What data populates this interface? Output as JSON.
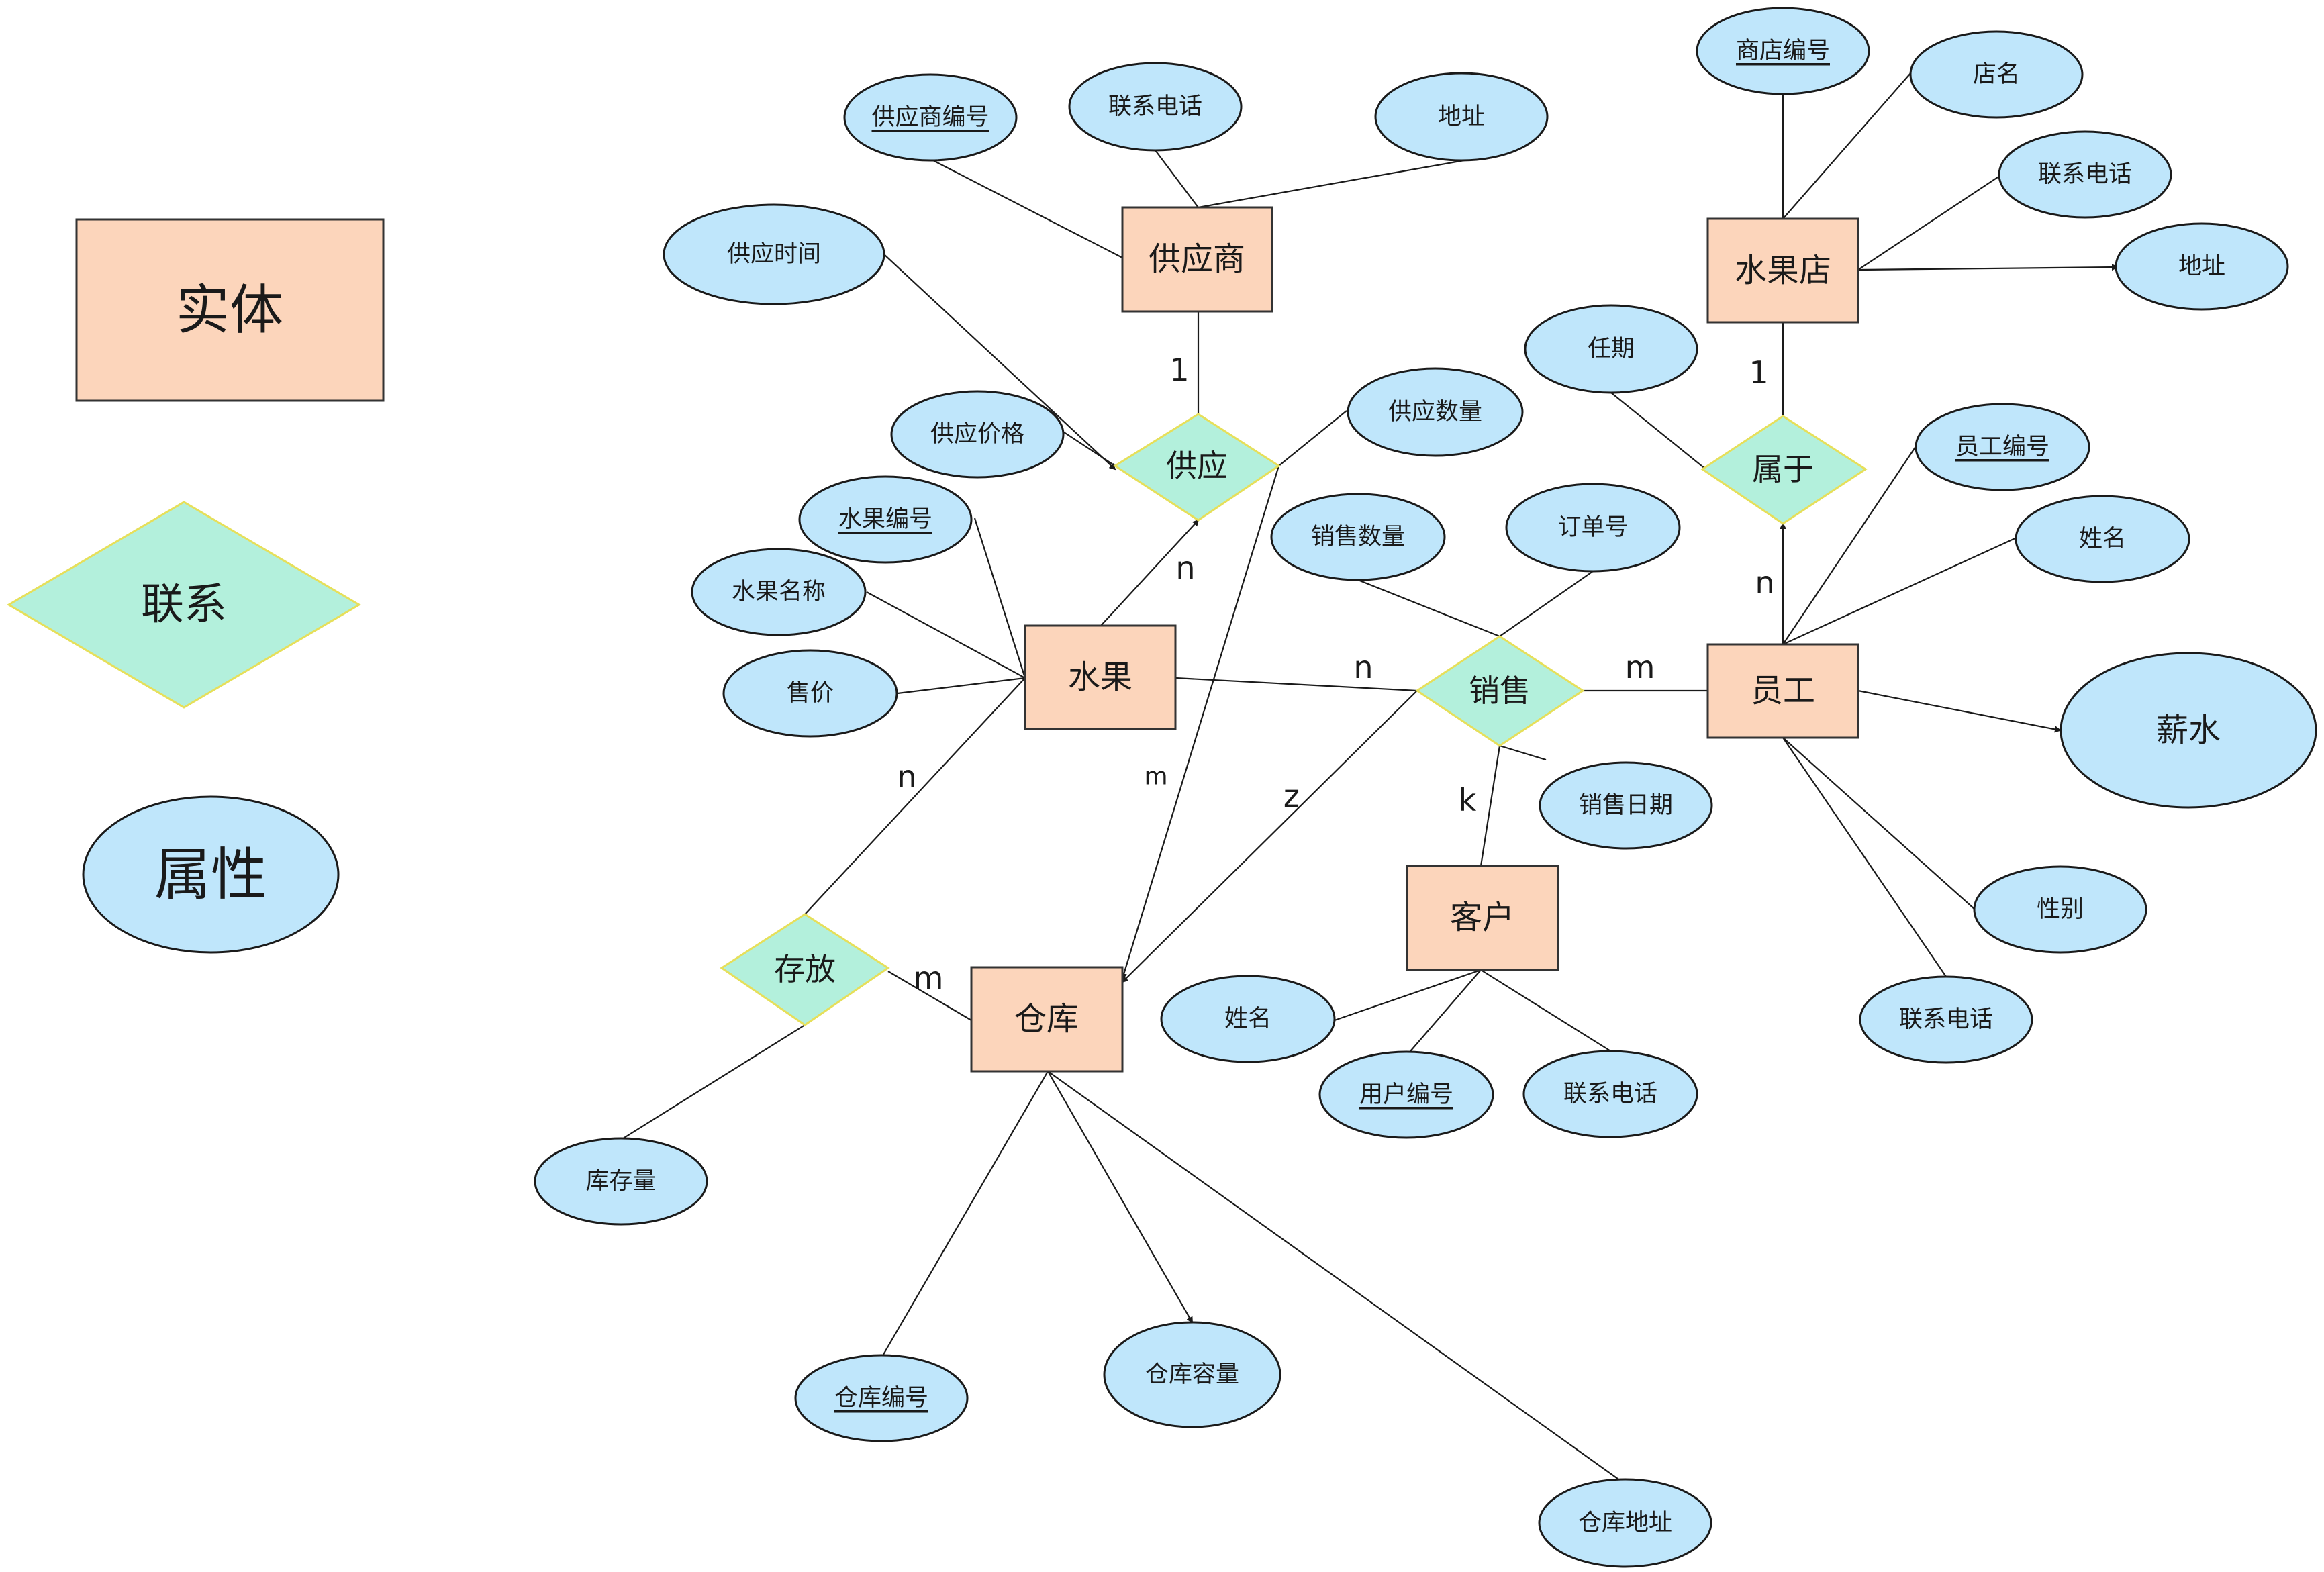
{
  "legend": {
    "entity": "实体",
    "relationship": "联系",
    "attribute": "属性"
  },
  "colors": {
    "entity_fill": "#fcd5bb",
    "relationship_fill": "#b3f0dc",
    "relationship_border": "#e6df5a",
    "attribute_fill": "#bfe6fb",
    "line": "#1a1a1a"
  },
  "entities": {
    "supplier": "供应商",
    "fruit_shop": "水果店",
    "fruit": "水果",
    "employee": "员工",
    "customer": "客户",
    "warehouse": "仓库"
  },
  "relationships": {
    "supply": "供应",
    "belong": "属于",
    "sell": "销售",
    "store": "存放"
  },
  "attributes": {
    "supplier_id": "供应商编号",
    "supplier_phone": "联系电话",
    "supplier_address": "地址",
    "supply_time": "供应时间",
    "supply_price": "供应价格",
    "supply_qty": "供应数量",
    "shop_id": "商店编号",
    "shop_name": "店名",
    "shop_phone": "联系电话",
    "shop_address": "地址",
    "term": "任期",
    "employee_id": "员工编号",
    "employee_name": "姓名",
    "salary": "薪水",
    "gender": "性别",
    "employee_phone": "联系电话",
    "fruit_id": "水果编号",
    "fruit_name": "水果名称",
    "price": "售价",
    "sale_qty": "销售数量",
    "order_id": "订单号",
    "sale_date": "销售日期",
    "customer_name": "姓名",
    "user_id": "用户编号",
    "customer_phone": "联系电话",
    "stock": "库存量",
    "warehouse_id": "仓库编号",
    "warehouse_capacity": "仓库容量",
    "warehouse_address": "仓库地址"
  },
  "cardinalities": {
    "supplier_supply": "1",
    "fruit_supply": "n",
    "shop_belong": "1",
    "employee_belong": "n",
    "fruit_sell": "n",
    "employee_sell": "m",
    "customer_sell": "k",
    "warehouse_sell": "z",
    "warehouse_supply": "m",
    "fruit_store": "n",
    "warehouse_store": "m"
  }
}
